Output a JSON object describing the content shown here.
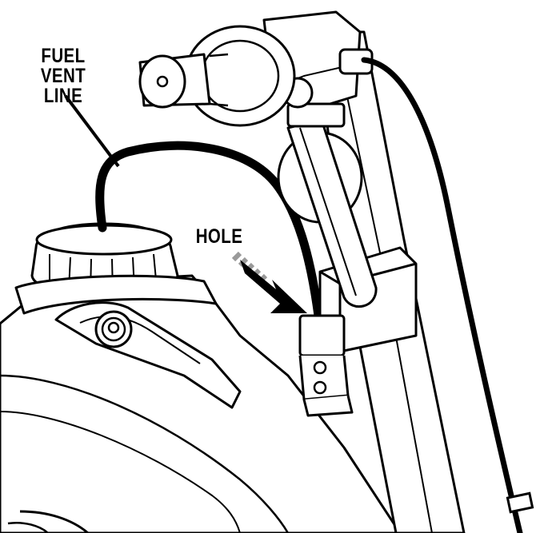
{
  "labels": {
    "fuel_vent_line_1": "FUEL VENT",
    "fuel_vent_line_2": "LINE",
    "hole": "HOLE"
  },
  "colors": {
    "ink": "#000000",
    "paper": "#ffffff",
    "shade": "#cfcfcf",
    "arrow_fade": "#9a9a9a"
  }
}
